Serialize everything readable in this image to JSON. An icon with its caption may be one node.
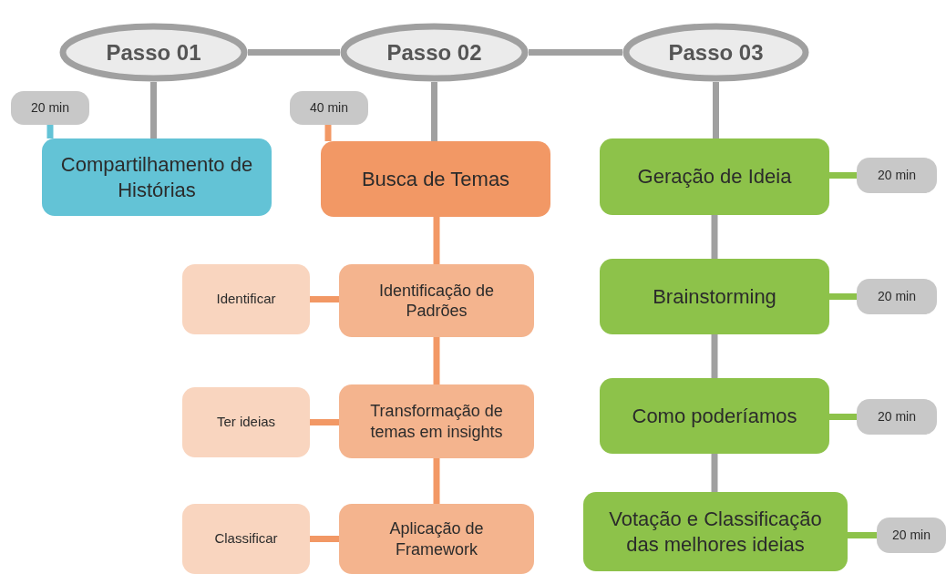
{
  "diagram": {
    "nodes": [
      {
        "text": [
          "Passo 01"
        ]
      },
      {
        "text": [
          "Passo 02"
        ]
      },
      {
        "text": [
          "Passo 03"
        ]
      },
      {
        "text": [
          "20 min"
        ]
      },
      {
        "text": [
          "Compartilhamento de Histórias"
        ]
      },
      {
        "text": [
          "40 min"
        ]
      },
      {
        "text": [
          "Busca de Temas"
        ]
      },
      {
        "text": [
          "Identificar"
        ]
      },
      {
        "text": [
          "Identificação de Padrões"
        ]
      },
      {
        "text": [
          "Ter ideias"
        ]
      },
      {
        "text": [
          "Transformação de temas em insights"
        ]
      },
      {
        "text": [
          "Classificar"
        ]
      },
      {
        "text": [
          "Aplicação de Framework"
        ]
      },
      {
        "text": [
          "Geração de Ideia"
        ]
      },
      {
        "text": [
          "20 min"
        ]
      },
      {
        "text": [
          "Brainstorming"
        ]
      },
      {
        "text": [
          "20 min"
        ]
      },
      {
        "text": [
          "Como poderíamos"
        ]
      },
      {
        "text": [
          "20 min"
        ]
      },
      {
        "text": [
          "Votação e Classificação das melhores ideias"
        ]
      },
      {
        "text": [
          "20 min"
        ]
      }
    ],
    "edges": [
      {
        "from": 0,
        "to": 1,
        "arrow": "none"
      },
      {
        "from": 1,
        "to": 2,
        "arrow": "none"
      },
      {
        "from": 0,
        "to": 4,
        "arrow": "none"
      },
      {
        "from": 3,
        "to": 4,
        "arrow": "none",
        "color": "#63c3d6"
      },
      {
        "from": 1,
        "to": 6,
        "arrow": "none"
      },
      {
        "from": 5,
        "to": 6,
        "arrow": "none",
        "color": "#f29865"
      },
      {
        "from": 6,
        "to": 8,
        "arrow": "none",
        "color": "#f29865"
      },
      {
        "from": 7,
        "to": 8,
        "arrow": "none",
        "color": "#f29865"
      },
      {
        "from": 8,
        "to": 10,
        "arrow": "none",
        "color": "#f29865"
      },
      {
        "from": 9,
        "to": 10,
        "arrow": "none",
        "color": "#f29865"
      },
      {
        "from": 10,
        "to": 12,
        "arrow": "none",
        "color": "#f29865"
      },
      {
        "from": 11,
        "to": 12,
        "arrow": "none",
        "color": "#f29865"
      },
      {
        "from": 2,
        "to": 13,
        "arrow": "none"
      },
      {
        "from": 13,
        "to": 14,
        "arrow": "none",
        "color": "#8dc24a"
      },
      {
        "from": 13,
        "to": 15,
        "arrow": "none"
      },
      {
        "from": 15,
        "to": 16,
        "arrow": "none",
        "color": "#8dc24a"
      },
      {
        "from": 15,
        "to": 17,
        "arrow": "none"
      },
      {
        "from": 17,
        "to": 18,
        "arrow": "none",
        "color": "#8dc24a"
      },
      {
        "from": 17,
        "to": 19,
        "arrow": "none"
      },
      {
        "from": 19,
        "to": 20,
        "arrow": "none",
        "color": "#8dc24a"
      }
    ]
  }
}
